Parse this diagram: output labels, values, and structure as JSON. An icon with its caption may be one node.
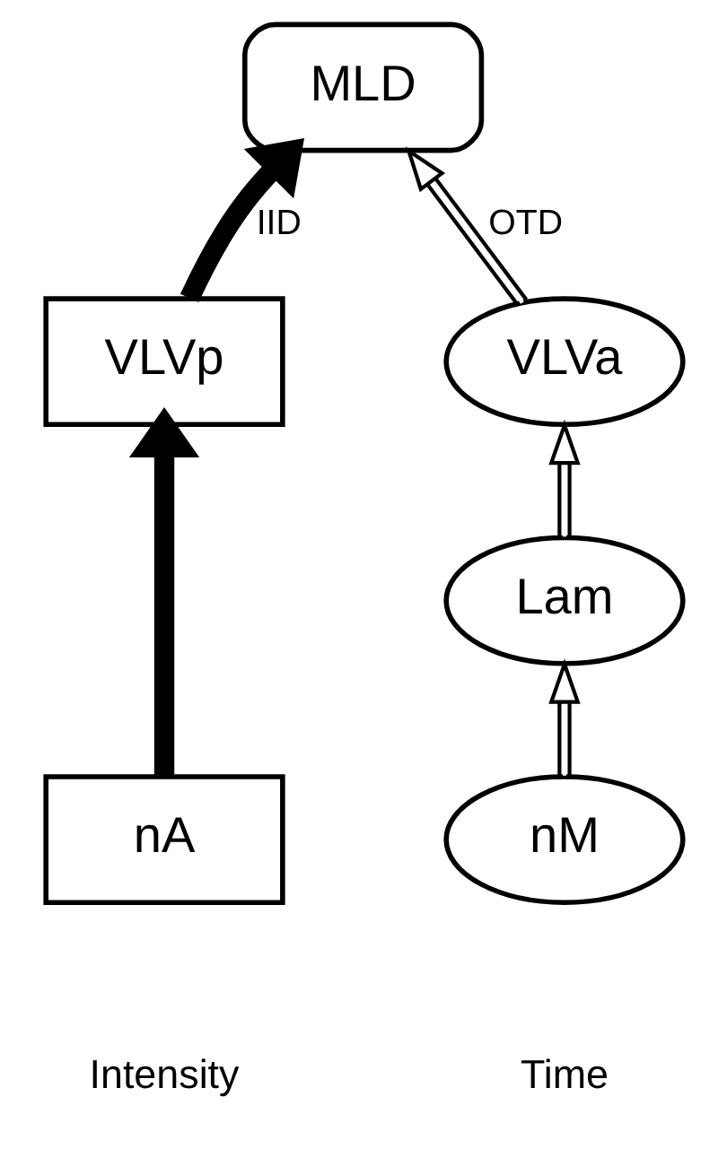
{
  "diagram": {
    "nodes": [
      {
        "text": [
          "MLD"
        ]
      },
      {
        "text": [
          "VLVp"
        ]
      },
      {
        "text": [
          "VLVa"
        ]
      },
      {
        "text": [
          "Lam"
        ]
      },
      {
        "text": [
          "nA"
        ]
      },
      {
        "text": [
          "nM"
        ]
      }
    ],
    "edges": [
      {
        "from": 1,
        "to": 0,
        "arrow": "to",
        "label": "IID",
        "style": "thick"
      },
      {
        "from": 2,
        "to": 0,
        "arrow": "to",
        "label": "OTD"
      },
      {
        "from": 4,
        "to": 1,
        "arrow": "to",
        "style": "thick"
      },
      {
        "from": 3,
        "to": 2,
        "arrow": "to"
      },
      {
        "from": 5,
        "to": 3,
        "arrow": "to"
      }
    ],
    "labels": [
      "Intensity",
      "Time"
    ]
  }
}
